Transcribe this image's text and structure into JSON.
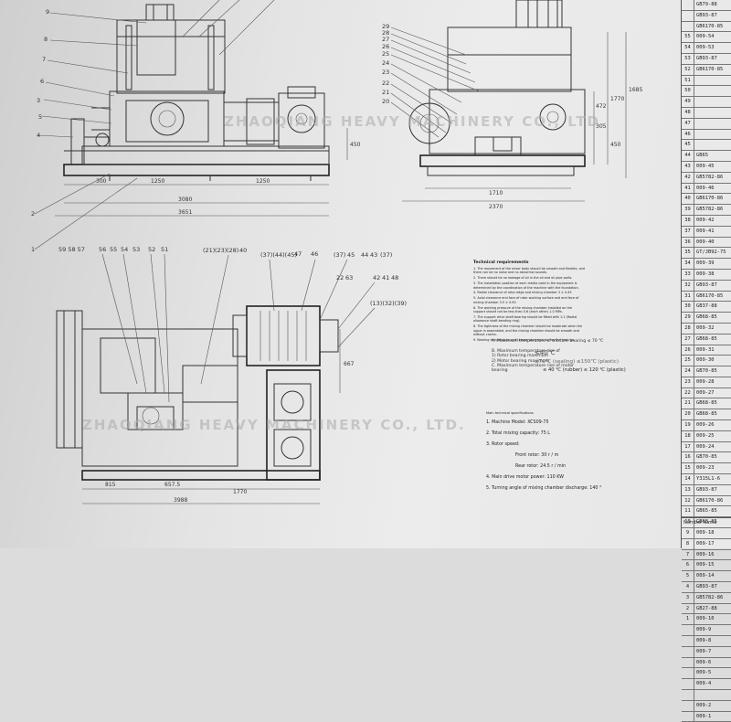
{
  "watermark": {
    "top": "ZHAOQIANG HEAVY MACHINERY CO., LTD.",
    "bottom": "ZHAOQIANG HEAVY MACHINERY CO., LTD."
  },
  "front_view": {
    "callouts": [
      "9",
      "8",
      "7",
      "6",
      "5",
      "4",
      "3",
      "2",
      "1"
    ],
    "dims": [
      "300",
      "1250",
      "1250",
      "3080",
      "3651",
      "450"
    ]
  },
  "side_view": {
    "callouts": [
      "29",
      "28",
      "27",
      "26",
      "25",
      "24",
      "23",
      "22",
      "21",
      "20"
    ],
    "dims": [
      "1710",
      "2370",
      "1770",
      "1685",
      "472",
      "305",
      "450"
    ]
  },
  "bottom_view": {
    "callouts_top": [
      "59 58 57",
      "56",
      "55",
      "54",
      "53",
      "52",
      "51",
      "(21)",
      "(23)",
      "(28)",
      "40",
      "(37)(44)(45)",
      "47",
      "46",
      "(37)",
      "45",
      "44",
      "43",
      "(37)",
      "22",
      "63",
      "42",
      "41",
      "48",
      "(13)(32)(39)"
    ],
    "dims": [
      "815",
      "657.5",
      "1770",
      "3988",
      "667"
    ]
  },
  "tech_req": {
    "title": "Technical requirements",
    "items": [
      "1. The movement of the mixer body should be smooth and flexible, and there can be no noise and no abnormal sounds.",
      "2. There should be no leakage of oil in the oil and oil pipe parts.",
      "3. The installation position of each media used in the equipment is determined by the coordination of the machine with the foundation.",
      "4. Radial clearance of rotor edge and mixing chamber 3 ± 0.45",
      "5. Axial clearance end face of rotor working surface and end face of mixing chamber 3.5 ± 0.90",
      "6. The working pressure of the mixing chamber installed on the support should not be less than 0.6 (each other) 1.0 MPa.",
      "7. The support drive shaft bearing should be fitted with 1:1 (Radial allowance shaft bending ring).",
      "8. The tightness of the mixing chamber should be moderate when the upper is assembled, and the mixing chamber should be smooth and without cracks.",
      "9. Bearing temperature and temperature rise during the test run."
    ],
    "max_temp": "A. Maximum temperature of mixture bearing ≤ 70 ℃",
    "temp_items": [
      "B. Maximum temperature rise of",
      "1) Rotor bearing maximum",
      "2) Motor bearing maximum",
      "C. Maximum temperature rise of motor",
      "bearing"
    ],
    "temp_val_1": "≤40℃",
    "temp_val_2": "≤70℃ (sealing) ≤150℃ (plastic)",
    "temp_val_3": "≤ 40 ℃ (rubber) ≤ 120 ℃ (plastic)"
  },
  "specs": {
    "title": "Main technical specifications",
    "items": [
      "1. Machine Model: XCS09-75",
      "2. Total mixing capacity: 75 L",
      "3. Rotor speed:",
      "Front rotor: 30 r / m",
      "Rear rotor: 24.5 r / min",
      "4. Main drive motor power: 110 KW",
      "5. Turning angle of mixing chamber discharge: 140 °"
    ]
  },
  "parts_table": {
    "rows": [
      {
        "num": "",
        "code": "GB79-88"
      },
      {
        "num": "",
        "code": "GB93-87"
      },
      {
        "num": "",
        "code": "GB6170-85"
      },
      {
        "num": "55",
        "code": "009-54"
      },
      {
        "num": "54",
        "code": "009-53"
      },
      {
        "num": "53",
        "code": "GB93-87"
      },
      {
        "num": "52",
        "code": "GB6170-85"
      },
      {
        "num": "51",
        "code": ""
      },
      {
        "num": "50",
        "code": ""
      },
      {
        "num": "49",
        "code": ""
      },
      {
        "num": "48",
        "code": ""
      },
      {
        "num": "47",
        "code": ""
      },
      {
        "num": "46",
        "code": ""
      },
      {
        "num": "45",
        "code": ""
      },
      {
        "num": "44",
        "code": "GB65"
      },
      {
        "num": "43",
        "code": "009-45"
      },
      {
        "num": "42",
        "code": "GB5782-86"
      },
      {
        "num": "41",
        "code": "009-46"
      },
      {
        "num": "40",
        "code": "GB6170-86"
      },
      {
        "num": "39",
        "code": "GB5782-86"
      },
      {
        "num": "38",
        "code": "009-42"
      },
      {
        "num": "37",
        "code": "009-41"
      },
      {
        "num": "36",
        "code": "009-40"
      },
      {
        "num": "35",
        "code": "GT/JB92-75"
      },
      {
        "num": "34",
        "code": "009-39"
      },
      {
        "num": "33",
        "code": "009-38"
      },
      {
        "num": "32",
        "code": "GB93-87"
      },
      {
        "num": "31",
        "code": "GB6170-85"
      },
      {
        "num": "30",
        "code": "GB37-88"
      },
      {
        "num": "29",
        "code": "GB68-85"
      },
      {
        "num": "28",
        "code": "009-32"
      },
      {
        "num": "27",
        "code": "GB68-85"
      },
      {
        "num": "26",
        "code": "009-31"
      },
      {
        "num": "25",
        "code": "009-30"
      },
      {
        "num": "24",
        "code": "GB70-85"
      },
      {
        "num": "23",
        "code": "009-28"
      },
      {
        "num": "22",
        "code": "009-27"
      },
      {
        "num": "21",
        "code": "GB68-85"
      },
      {
        "num": "20",
        "code": "GB68-85"
      },
      {
        "num": "19",
        "code": "009-26"
      },
      {
        "num": "18",
        "code": "009-25"
      },
      {
        "num": "17",
        "code": "009-24"
      },
      {
        "num": "16",
        "code": "GB70-85"
      },
      {
        "num": "15",
        "code": "009-23"
      },
      {
        "num": "14",
        "code": "Y315L1-6"
      },
      {
        "num": "13",
        "code": "GB93-87"
      },
      {
        "num": "12",
        "code": "GB6170-86"
      },
      {
        "num": "11",
        "code": "GB65-85"
      },
      {
        "num": "10",
        "code": "GB68-85"
      },
      {
        "num": "9",
        "code": "009-18"
      },
      {
        "num": "8",
        "code": "009-17"
      },
      {
        "num": "7",
        "code": "009-16"
      },
      {
        "num": "6",
        "code": "009-15"
      },
      {
        "num": "5",
        "code": "009-14"
      },
      {
        "num": "4",
        "code": "GB93-87"
      },
      {
        "num": "3",
        "code": "GB5782-86"
      },
      {
        "num": "2",
        "code": "GB27-88"
      },
      {
        "num": "1",
        "code": "009-10"
      },
      {
        "num": "",
        "code": "009-9"
      },
      {
        "num": "",
        "code": "009-8"
      },
      {
        "num": "",
        "code": "009-7"
      },
      {
        "num": "",
        "code": "009-6"
      },
      {
        "num": "",
        "code": "009-5"
      },
      {
        "num": "",
        "code": "009-4"
      },
      {
        "num": "",
        "code": ""
      },
      {
        "num": "",
        "code": "009-2"
      },
      {
        "num": "",
        "code": "009-1"
      }
    ],
    "footer": "Number  Name"
  }
}
